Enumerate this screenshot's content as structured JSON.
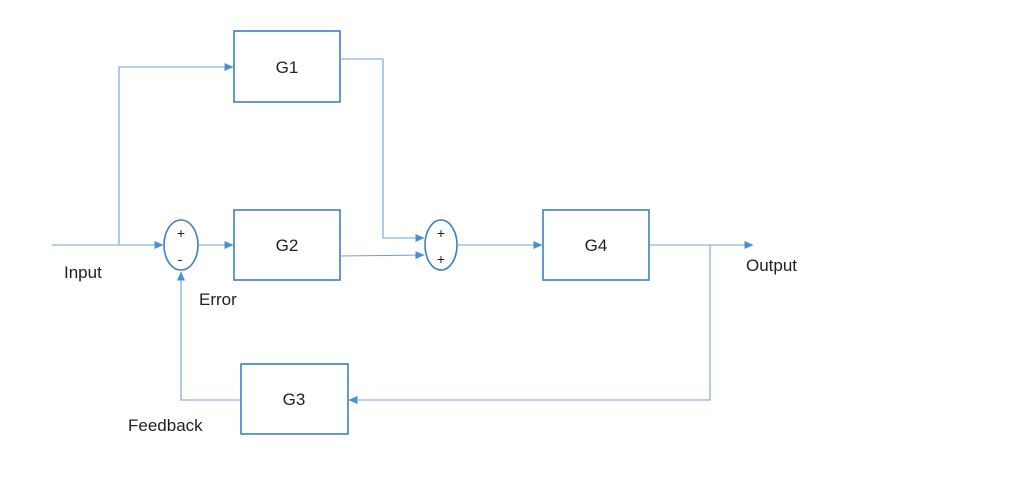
{
  "blocks": {
    "g1": "G1",
    "g2": "G2",
    "g3": "G3",
    "g4": "G4"
  },
  "summing_junction_1": {
    "top_sign": "+",
    "bottom_sign": "-"
  },
  "summing_junction_2": {
    "top_sign": "+",
    "bottom_sign": "+"
  },
  "labels": {
    "input": "Input",
    "output": "Output",
    "error": "Error",
    "feedback": "Feedback"
  },
  "colors": {
    "block_stroke": "#3f7fc1",
    "wire": "#6fa3d8",
    "text": "#1f1f1f"
  }
}
